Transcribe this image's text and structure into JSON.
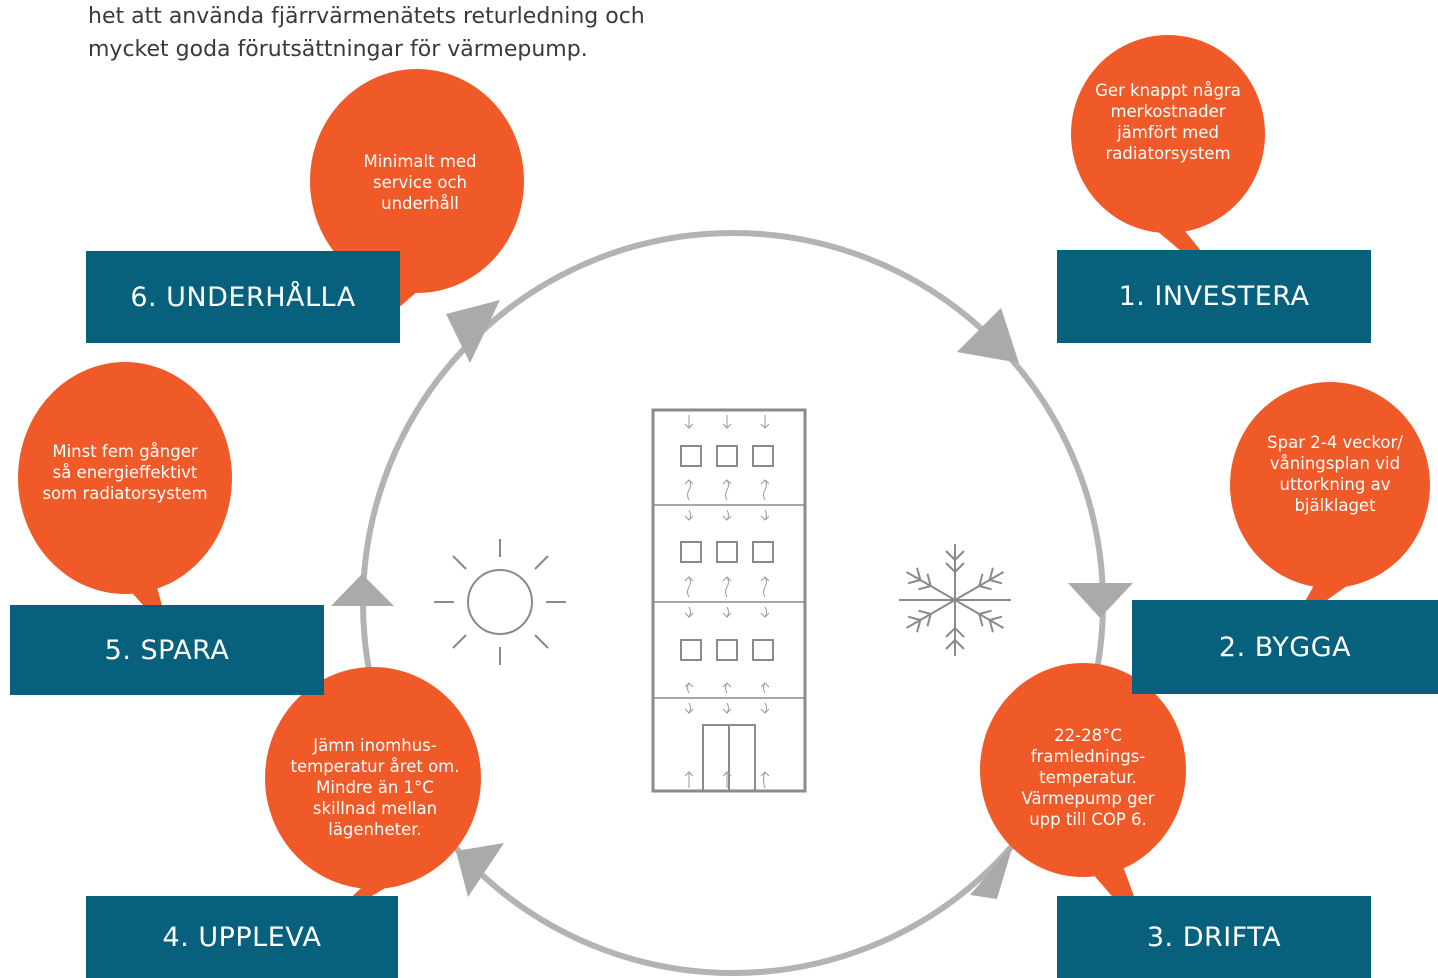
{
  "intro": {
    "lines": [
      "het att använda fjärrvärmenätets returledning och",
      "mycket goda förutsättningar för värmepump."
    ]
  },
  "stages": [
    {
      "id": "investera",
      "label": "1. INVESTERA",
      "note": [
        "Ger knappt några",
        "merkostnader",
        "jämfört med",
        "radiatorsystem"
      ]
    },
    {
      "id": "bygga",
      "label": "2. BYGGA",
      "note": [
        "Spar 2-4 veckor/",
        "våningsplan vid",
        "uttorkning av",
        "bjälklaget"
      ]
    },
    {
      "id": "drifta",
      "label": "3. DRIFTA",
      "note": [
        "22-28°C",
        "framlednings-",
        "temperatur.",
        "Värmepump ger",
        "upp till COP 6."
      ]
    },
    {
      "id": "uppleva",
      "label": "4. UPPLEVA",
      "note": [
        "Jämn inomhus-",
        "temperatur året om.",
        "Mindre än 1°C",
        "skillnad mellan",
        "lägenheter."
      ]
    },
    {
      "id": "spara",
      "label": "5. SPARA",
      "note": [
        "Minst fem gånger",
        "så energieffektivt",
        "som radiatorsystem"
      ]
    },
    {
      "id": "underhalla",
      "label": "6. UNDERHÅLLA",
      "note": [
        "Minimalt med",
        "service och",
        "underhåll"
      ]
    }
  ],
  "icons": [
    "sun-icon",
    "snowflake-icon",
    "building-icon"
  ],
  "colors": {
    "bubble": "#f05a28",
    "stage_box": "#07617c",
    "cycle_ring": "#b3b3b3",
    "line_art": "#8a8a8a",
    "text": "#3a3a3a"
  }
}
